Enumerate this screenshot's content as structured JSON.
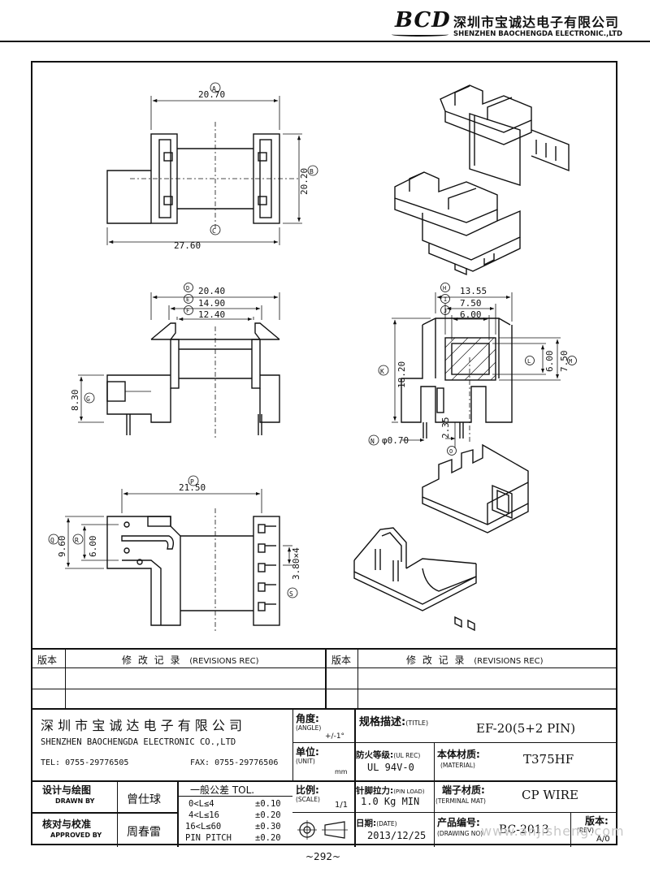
{
  "header": {
    "logo": "BCD",
    "company_cn": "深圳市宝诚达电子有限公司",
    "company_en": "SHENZHEN BAOCHENGDA ELECTRONIC.,LTD"
  },
  "drawing": {
    "top_view": {
      "dim_a": "20.70",
      "label_a": "A",
      "dim_b": "20.20",
      "label_b": "B",
      "dim_c": "27.60",
      "label_c": "C"
    },
    "side_view": {
      "dim_d": "20.40",
      "label_d": "D",
      "dim_e": "14.90",
      "label_e": "E",
      "dim_f": "12.40",
      "label_f": "F",
      "dim_g": "8.30",
      "label_g": "G"
    },
    "end_view": {
      "dim_h": "13.55",
      "label_h": "H",
      "dim_i": "7.50",
      "label_i": "I",
      "dim_j": "6.00",
      "label_j": "J",
      "dim_k": "18.20",
      "label_k": "K",
      "dim_l": "6.00",
      "label_l": "L",
      "dim_m": "7.50",
      "label_m": "M",
      "dim_n": "φ0.70",
      "label_n": "N",
      "dim_o": "2.35",
      "label_o": "O"
    },
    "bottom_view": {
      "dim_p": "21.50",
      "label_p": "P",
      "dim_q": "9.60",
      "label_q": "Q",
      "dim_r": "6.00",
      "label_r": "R",
      "dim_s": "3.80×4",
      "label_s": "S"
    }
  },
  "revisions": {
    "col_version": "版本",
    "col_record_cn": "修 改 记 录",
    "col_record_en": "(REVISIONS REC)"
  },
  "title_block": {
    "company_cn": "深 圳 市 宝 诚 达 电 子 有 限 公 司",
    "company_en": "SHENZHEN BAOCHENGDA ELECTRONIC CO.,LTD",
    "tel": "TEL: 0755-29776505",
    "fax": "FAX: 0755-29776506",
    "angle_cn": "角度:",
    "angle_en": "(ANGLE)",
    "angle_val": "+/-1°",
    "unit_cn": "单位:",
    "unit_en": "(UNIT)",
    "unit_val": "mm",
    "scale_cn": "比例:",
    "scale_en": "(SCALE)",
    "scale_val": "1/1",
    "title_cn": "规格描述:",
    "title_en": "(TITLE)",
    "title_val": "EF-20(5+2 PIN)",
    "ul_cn": "防火等级:",
    "ul_en": "(UL REC)",
    "ul_val": "UL 94V-0",
    "material_cn": "本体材质:",
    "material_en": "(MATERIAL)",
    "material_val": "T375HF",
    "pinload_cn": "针脚拉力:",
    "pinload_en": "(PIN LOAD)",
    "pinload_val": "1.0 Kg MIN",
    "terminal_cn": "端子材质:",
    "terminal_en": "(TERMINAL MAT)",
    "terminal_val": "CP WIRE",
    "date_cn": "日期:",
    "date_en": "(DATE)",
    "date_val": "2013/12/25",
    "drawno_cn": "产品编号:",
    "drawno_en": "(DRAWING NO)",
    "drawno_val": "BC-2013",
    "rev_cn": "版本:",
    "rev_en": "(REV)",
    "rev_val": "A/0",
    "drawn_cn": "设计与绘图",
    "drawn_en": "DRAWN BY",
    "drawn_val": "曾仕球",
    "approved_cn": "核对与校准",
    "approved_en": "APPROVED BY",
    "approved_val": "周春雷",
    "tol_title": "一般公差 TOL.",
    "tol_rows": [
      {
        "range": "0<L≤4",
        "val": "±0.10"
      },
      {
        "range": "4<L≤16",
        "val": "±0.20"
      },
      {
        "range": "16<L≤60",
        "val": "±0.30"
      },
      {
        "range": "PIN PITCH",
        "val": "±0.20"
      }
    ]
  },
  "watermark": "www.anjisheng.com",
  "page_number": "~292~"
}
